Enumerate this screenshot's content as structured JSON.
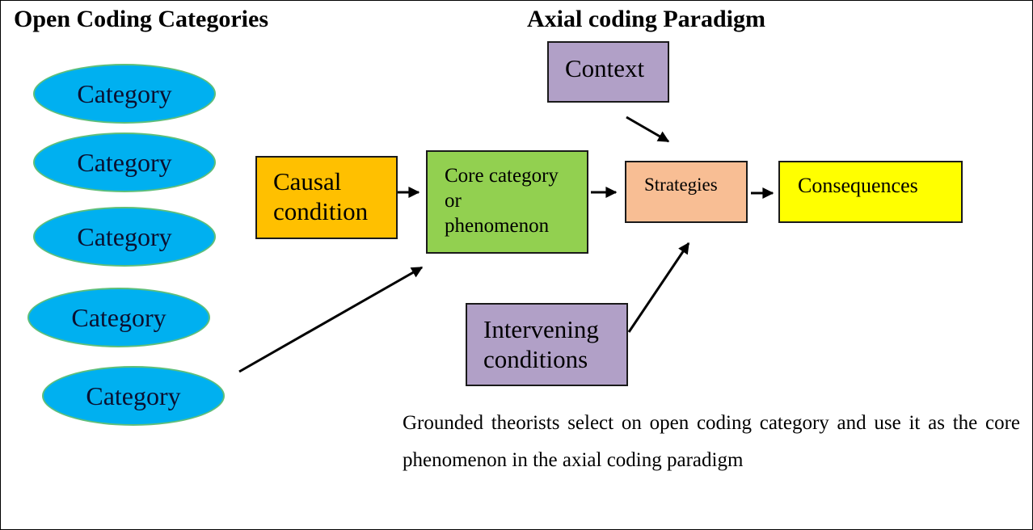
{
  "headings": {
    "open_coding": "Open Coding Categories",
    "axial_coding": "Axial coding Paradigm"
  },
  "categories": [
    "Category",
    "Category",
    "Category",
    "Category",
    "Category"
  ],
  "boxes": {
    "causal": {
      "line1": "Causal",
      "line2": "condition"
    },
    "core": {
      "line1": "Core category",
      "line2": "or",
      "line3": "phenomenon"
    },
    "context": "Context",
    "strategies": "Strategies",
    "consequences": "Consequences",
    "intervening": {
      "line1": "Intervening",
      "line2": "conditions"
    }
  },
  "note": "Grounded theorists select on open coding category and use it as the core phenomenon in the axial coding paradigm",
  "colors": {
    "category": "#00b0f0",
    "category_border": "#5fbf7a",
    "causal": "#ffc000",
    "core": "#92d050",
    "context": "#b1a0c7",
    "strategies": "#f8be94",
    "consequences": "#ffff00",
    "intervening": "#b1a0c7"
  }
}
